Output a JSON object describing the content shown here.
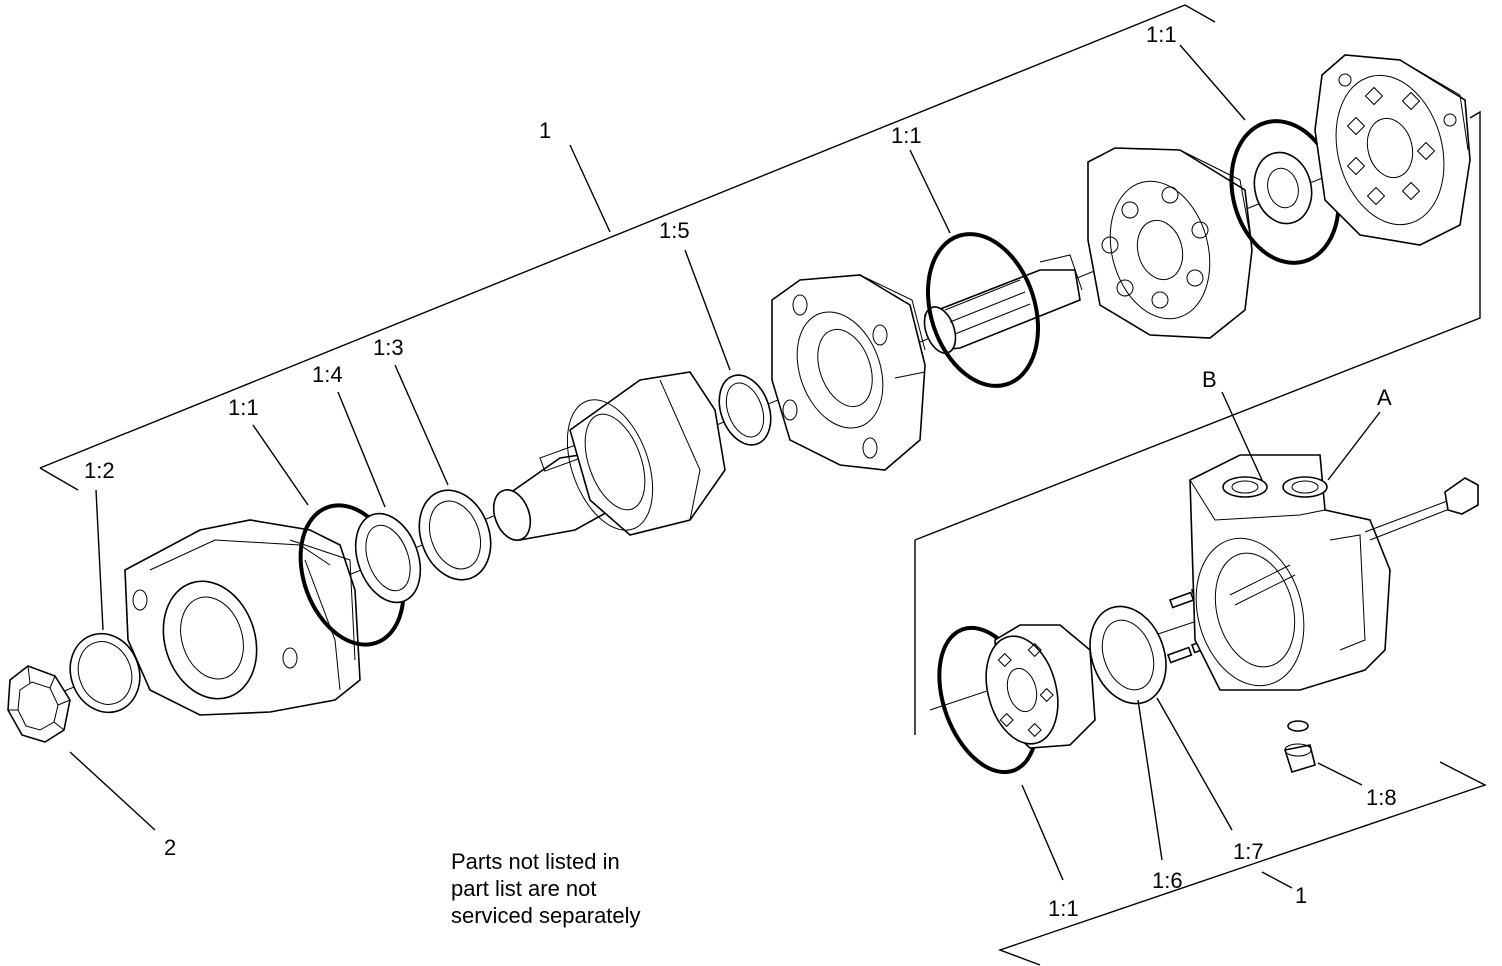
{
  "labels": {
    "assembly_top": "1",
    "oring_top_right": "1:1",
    "oring_shaft": "1:1",
    "washer_1_5": "1:5",
    "washer_1_3": "1:3",
    "seal_1_4": "1:4",
    "oring_housing": "1:1",
    "ring_1_2": "1:2",
    "nut_2": "2",
    "port_b": "B",
    "port_a": "A",
    "oring_lower": "1:1",
    "seal_1_6": "1:6",
    "washer_1_7": "1:7",
    "plug_1_8": "1:8",
    "assembly_lower": "1"
  },
  "note": {
    "line1": "Parts not listed in",
    "line2": "part list are not",
    "line3": "serviced separately"
  }
}
